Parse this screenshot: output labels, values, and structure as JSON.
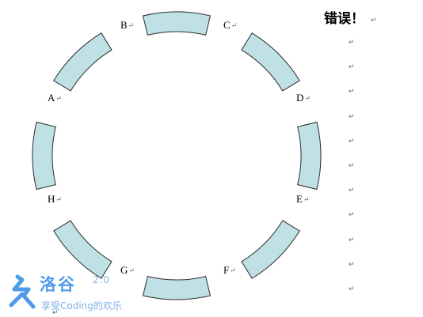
{
  "title": "错误！",
  "return_mark": "↵",
  "nodes": [
    "A",
    "B",
    "C",
    "D",
    "E",
    "F",
    "G",
    "H"
  ],
  "logo": {
    "name": "洛谷",
    "version": "2.0",
    "slogan": "享受Coding的欢乐"
  },
  "colors": {
    "segment_fill": "#bfe0e4",
    "segment_stroke": "#2b2b2b",
    "logo": "#4f9be8"
  },
  "icons": {
    "logo": "luogu-logo-icon",
    "return": "paragraph-return-icon"
  }
}
